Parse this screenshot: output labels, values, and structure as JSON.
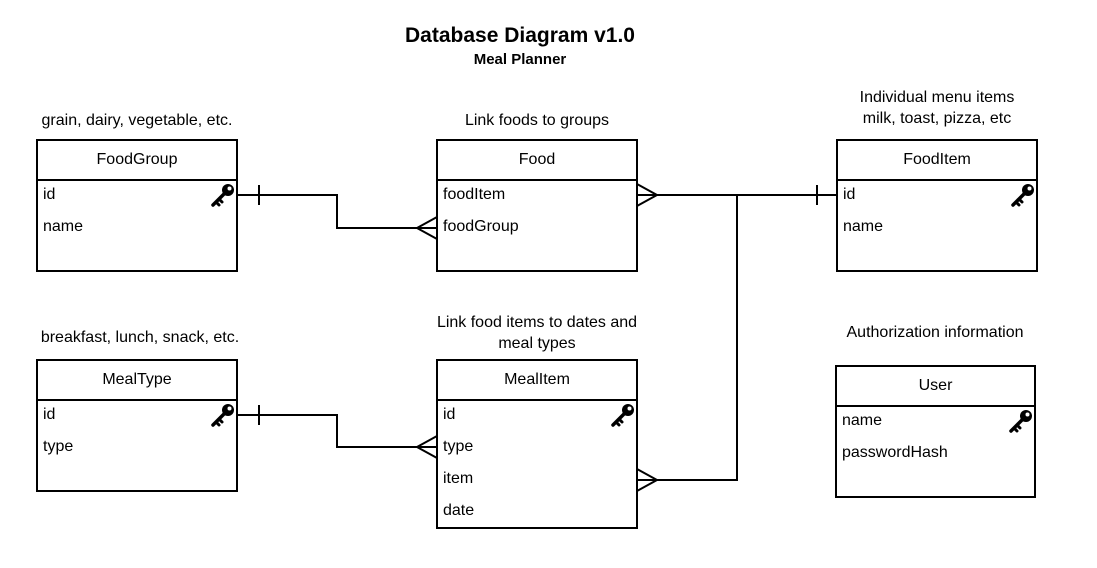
{
  "title": "Database Diagram v1.0",
  "subtitle": "Meal Planner",
  "notes": {
    "food_group": "grain, dairy, vegetable, etc.",
    "food": "Link foods to groups",
    "food_item_line1": "Individual menu items",
    "food_item_line2": "milk, toast, pizza, etc",
    "meal_type": "breakfast, lunch, snack, etc.",
    "meal_item_line1": "Link food items to dates and",
    "meal_item_line2": "meal types",
    "user": "Authorization information"
  },
  "entities": {
    "food_group": {
      "name": "FoodGroup",
      "fields": [
        "id",
        "name"
      ],
      "key_field": "id"
    },
    "food": {
      "name": "Food",
      "fields": [
        "foodItem",
        "foodGroup"
      ]
    },
    "food_item": {
      "name": "FoodItem",
      "fields": [
        "id",
        "name"
      ],
      "key_field": "id"
    },
    "meal_type": {
      "name": "MealType",
      "fields": [
        "id",
        "type"
      ],
      "key_field": "id"
    },
    "meal_item": {
      "name": "MealItem",
      "fields": [
        "id",
        "type",
        "item",
        "date"
      ],
      "key_field": "id"
    },
    "user": {
      "name": "User",
      "fields": [
        "name",
        "passwordHash"
      ],
      "key_field": "name"
    }
  },
  "relationships": [
    {
      "from": "FoodGroup.id",
      "to": "Food.foodGroup",
      "from_cardinality": "one",
      "to_cardinality": "many"
    },
    {
      "from": "FoodItem.id",
      "to": "Food.foodItem",
      "from_cardinality": "one",
      "to_cardinality": "many"
    },
    {
      "from": "FoodItem.id",
      "to": "MealItem.item",
      "from_cardinality": "one",
      "to_cardinality": "many"
    },
    {
      "from": "MealType.id",
      "to": "MealItem.type",
      "from_cardinality": "one",
      "to_cardinality": "many"
    }
  ]
}
